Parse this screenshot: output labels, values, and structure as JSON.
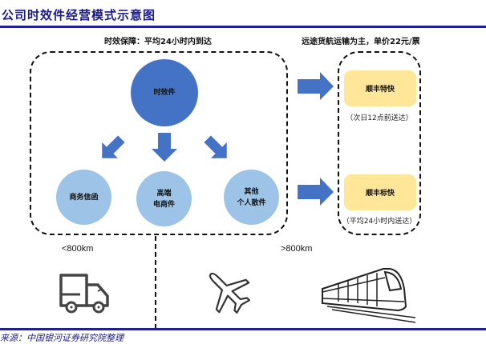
{
  "title": "公司时效件经营模式示意图",
  "left_heading": "时效保障：平均24小时内到达",
  "right_heading": "远途货航运输为主，单价22元/票",
  "center_node": "时效件",
  "sub_nodes": [
    {
      "lines": [
        "商务信函"
      ]
    },
    {
      "lines": [
        "高端",
        "电商件"
      ]
    },
    {
      "lines": [
        "其他",
        "个人散件"
      ]
    }
  ],
  "products": [
    {
      "name": "顺丰特快",
      "note": "（次日12点前送达）"
    },
    {
      "name": "顺丰标快",
      "note": "（平均24小时内送达）"
    }
  ],
  "distance_short": "<800km",
  "distance_long": ">800km",
  "transport_icons": [
    "truck-icon",
    "airplane-icon",
    "train-icon"
  ],
  "source": "来源：中国银河证券研究院整理",
  "colors": {
    "title": "#1a1a8c",
    "rule": "#1f1f8f",
    "primary_circle": "#4472c4",
    "secondary_circle": "#9dc3e6",
    "arrow": "#4472c4",
    "product_box": "#ffe699"
  }
}
